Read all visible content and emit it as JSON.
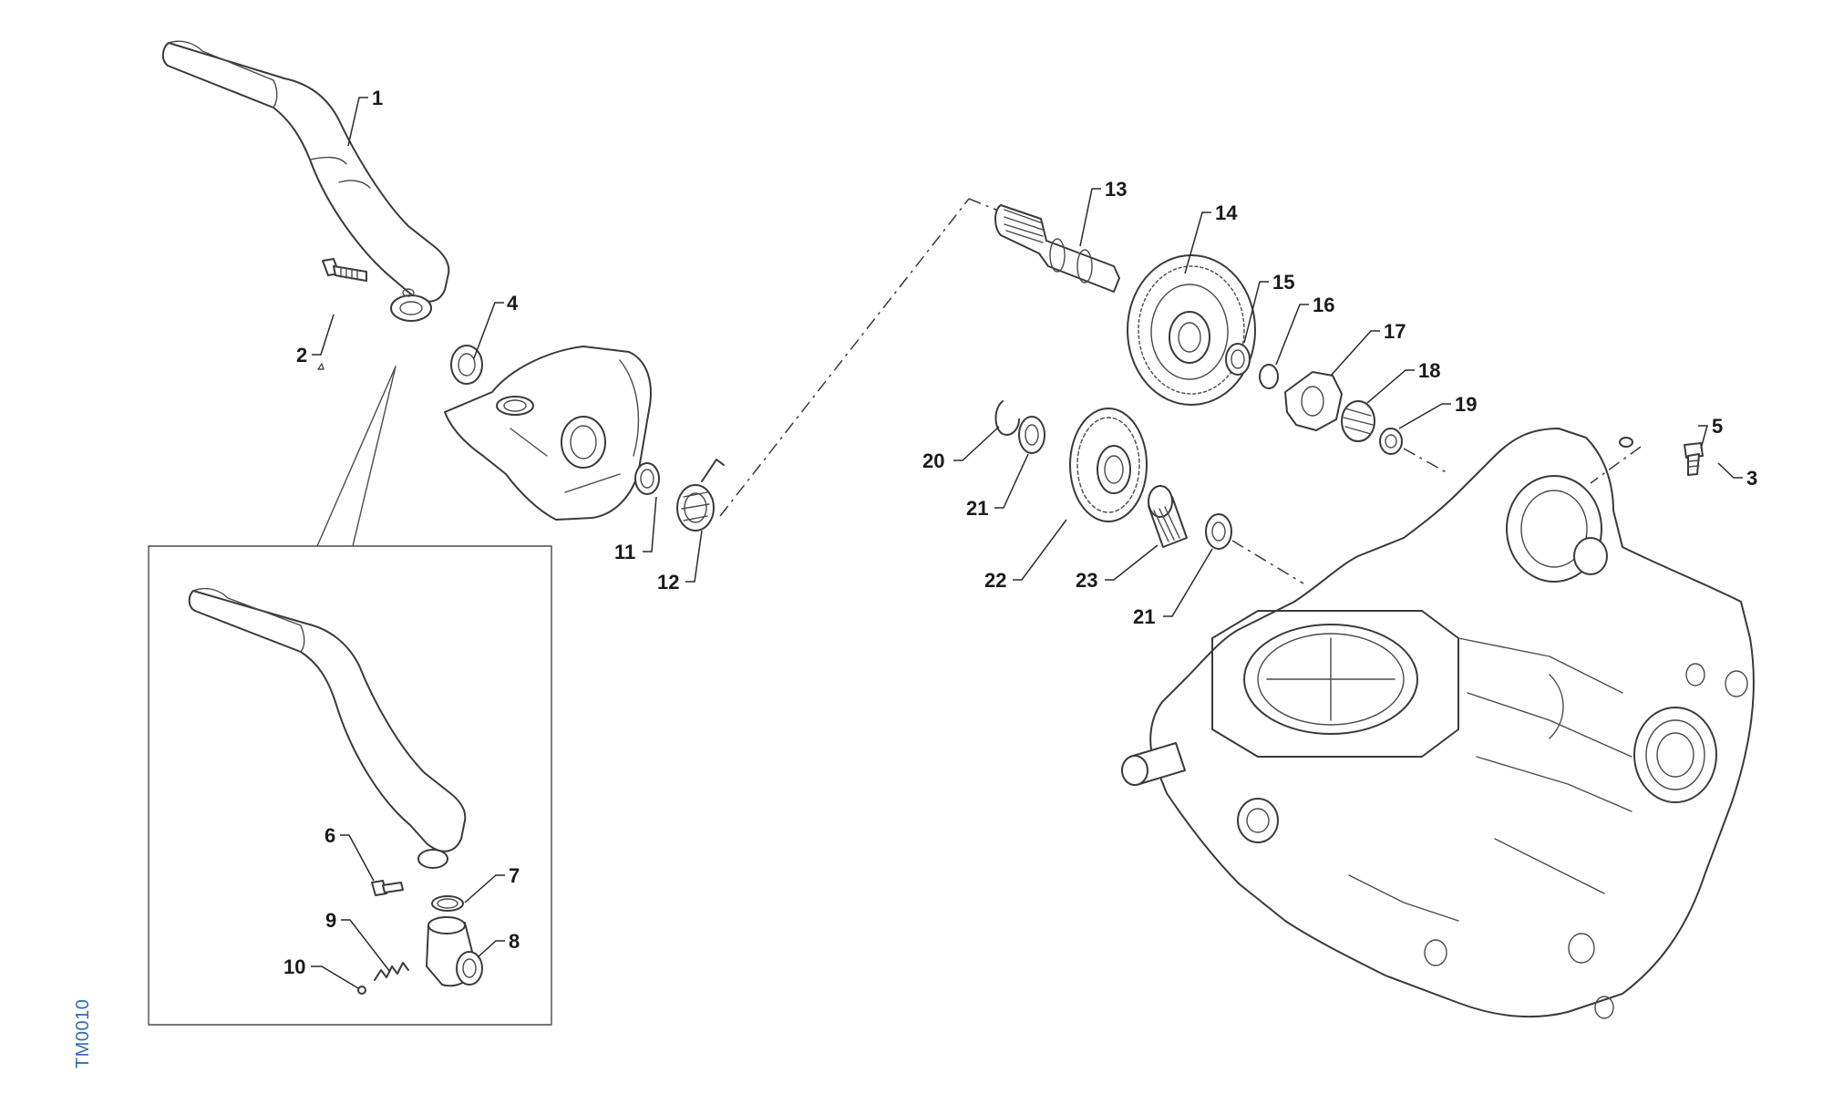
{
  "diagram": {
    "document_code": "TM0010",
    "callouts": [
      {
        "id": "c1",
        "label": "1"
      },
      {
        "id": "c2",
        "label": "2"
      },
      {
        "id": "c3",
        "label": "3"
      },
      {
        "id": "c4",
        "label": "4"
      },
      {
        "id": "c5",
        "label": "5"
      },
      {
        "id": "c6",
        "label": "6"
      },
      {
        "id": "c7",
        "label": "7"
      },
      {
        "id": "c8",
        "label": "8"
      },
      {
        "id": "c9",
        "label": "9"
      },
      {
        "id": "c10",
        "label": "10"
      },
      {
        "id": "c11",
        "label": "11"
      },
      {
        "id": "c12",
        "label": "12"
      },
      {
        "id": "c13",
        "label": "13"
      },
      {
        "id": "c14",
        "label": "14"
      },
      {
        "id": "c15",
        "label": "15"
      },
      {
        "id": "c16",
        "label": "16"
      },
      {
        "id": "c17",
        "label": "17"
      },
      {
        "id": "c18",
        "label": "18"
      },
      {
        "id": "c19",
        "label": "19"
      },
      {
        "id": "c20",
        "label": "20"
      },
      {
        "id": "c21a",
        "label": "21"
      },
      {
        "id": "c21b",
        "label": "21"
      },
      {
        "id": "c22",
        "label": "22"
      },
      {
        "id": "c23",
        "label": "23"
      }
    ]
  }
}
